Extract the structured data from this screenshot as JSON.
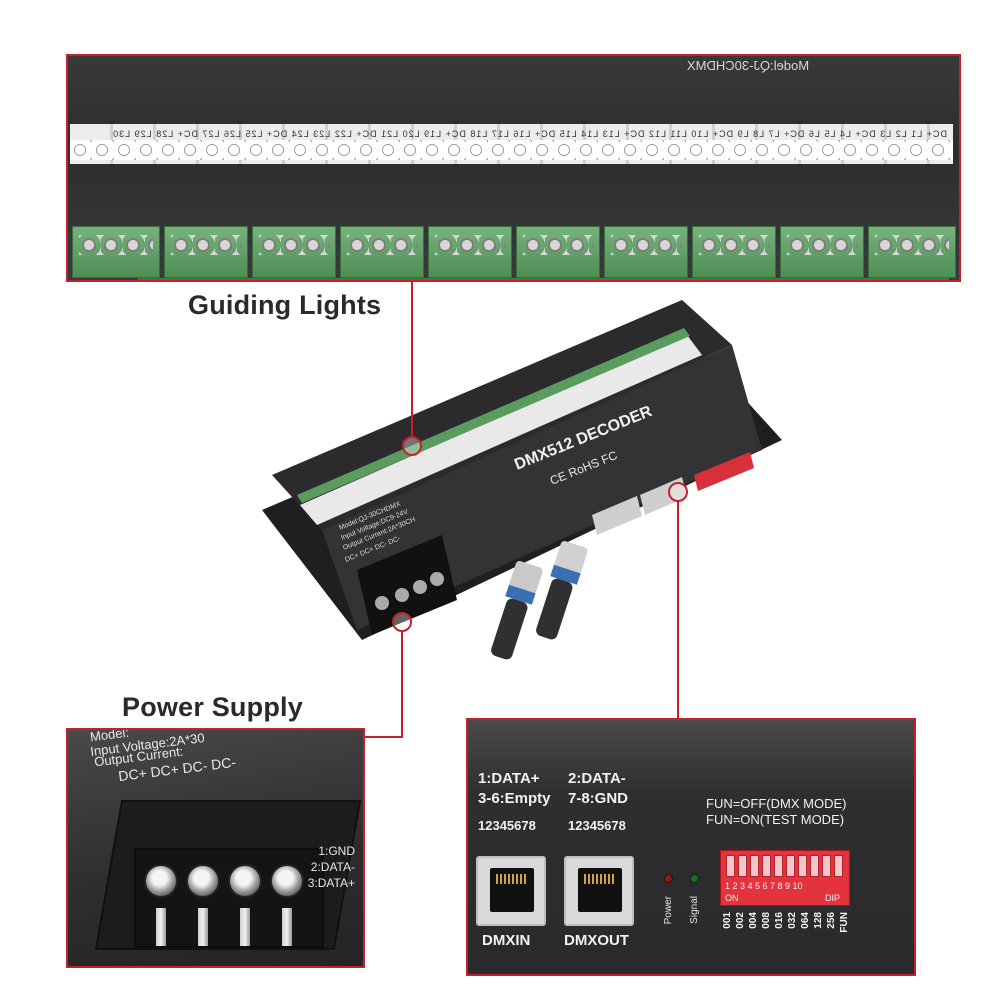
{
  "callouts": {
    "guiding_lights": "Guiding Lights",
    "power_supply": "Power Supply"
  },
  "colors": {
    "accent_red": "#c8202a",
    "device_body": "#2e2e30",
    "terminal_green": "#5aa062",
    "dip_red": "#e3333c"
  },
  "top_panel": {
    "model_mirrored": "Model:QJ-30CHDMX",
    "strip_labels": "DC+ L1 L2 L3 DC+ L4 L5 L6 DC+ L7 L8 L9 DC+ L10 L11 L12 DC+ L13 L14 L15 DC+ L16 L17 L18 DC+ L19 L20 L21 DC+ L22 L23 L24 DC+ L25 L26 L27 DC+ L28 L29 L30"
  },
  "device": {
    "title": "DMX512 DECODER",
    "certs": "CE RoHS FC",
    "model": "Model:QJ-30CHDMX",
    "input_voltage": "Input Voltage:DC9-24V",
    "output_current": "Output Current:2A*30CH",
    "power_terminals": "DC+ DC+ DC- DC-"
  },
  "power_panel": {
    "line1": "Model:",
    "line2": "Input Voltage:2A*30",
    "line3": "Output Current:",
    "line4": "DC+  DC+  DC-  DC-",
    "pins": [
      "1:GND",
      "2:DATA-",
      "3:DATA+"
    ]
  },
  "dmx_panel": {
    "pin_left_1": "1:DATA+",
    "pin_left_2": "3-6:Empty",
    "pin_right_1": "2:DATA-",
    "pin_right_2": "7-8:GND",
    "pin_numbers": "12345678",
    "fun_off": "FUN=OFF(DMX MODE)",
    "fun_on": "FUN=ON(TEST MODE)",
    "port_in": "DMXIN",
    "port_out": "DMXOUT",
    "power_label": "Power",
    "signal_label": "Signal",
    "dip_numbers": "1 2 3 4 5 6 7 8 9 10",
    "dip_on": "ON",
    "dip_tag": "DIP",
    "dip_values": [
      "001",
      "002",
      "004",
      "008",
      "016",
      "032",
      "064",
      "128",
      "256",
      "FUN"
    ]
  }
}
